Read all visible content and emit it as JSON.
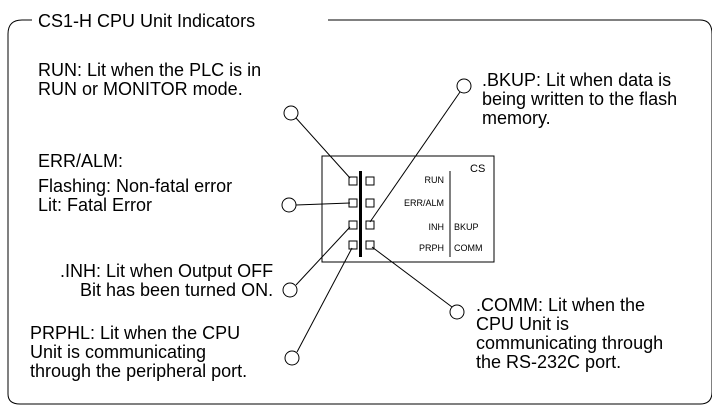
{
  "title": "CS1-H CPU Unit Indicators",
  "callouts": {
    "run": "RUN: Lit when the PLC is in\nRUN or MONITOR mode.",
    "bkup": ".BKUP: Lit when data is\nbeing written to the flash\nmemory.",
    "err_heading": "ERR/ALM:",
    "err_detail": "Flashing: Non-fatal error\nLit: Fatal Error",
    "inh": ".INH: Lit when Output OFF\nBit has been turned ON.",
    "prph": "PRPHL: Lit when the CPU\nUnit is communicating\nthrough the peripheral port.",
    "comm": ".COMM: Lit when the\nCPU Unit is\ncommunicating through\nthe RS-232C port."
  },
  "panel": {
    "brand": "CS",
    "left_labels": [
      "RUN",
      "ERR/ALM",
      "INH",
      "PRPH"
    ],
    "right_labels": [
      "BKUP",
      "COMM"
    ]
  }
}
